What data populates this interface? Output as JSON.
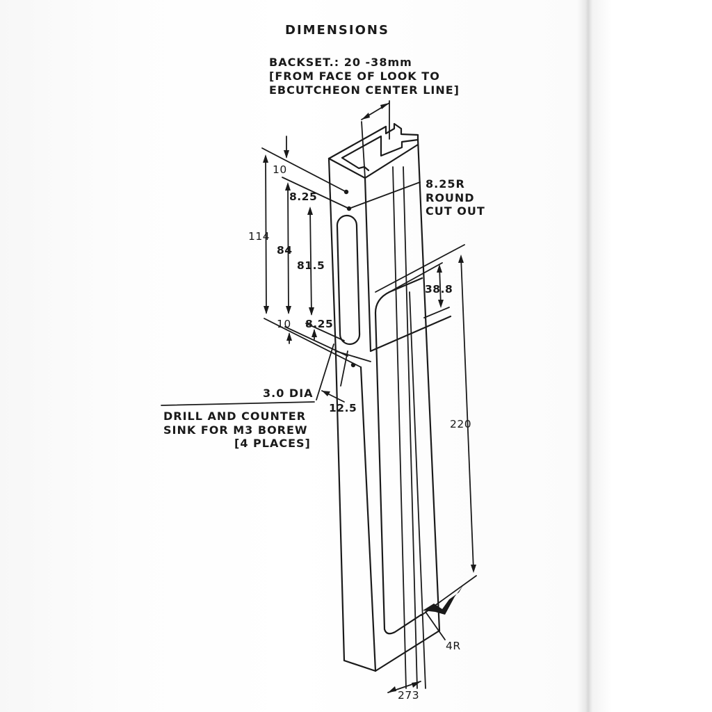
{
  "title": "DIMENSIONS",
  "backset_note": [
    "BACKSET.: 20 -38mm",
    "[FROM FACE OF LOOK TO",
    "EBCUTCHEON CENTER LINE]"
  ],
  "round_cutout_note": [
    "8.25R",
    "ROUND",
    "CUT   OUT"
  ],
  "drill_note": [
    "3.0 DIA",
    "DRILL AND COUNTER",
    "SINK FOR M3 BOREW",
    "[4 PLACES]"
  ],
  "dimensions": {
    "top_offset": "10",
    "top_radius_offset": "8.25",
    "overall_slot_span": "114",
    "hole_spacing": "84",
    "slot_length": "81.5",
    "bottom_offset": "10",
    "bottom_radius_offset": "8.25",
    "edge_distance": "12.5",
    "window_top": "38.8",
    "window_length": "220",
    "corner_radius": "4R",
    "width": "273"
  }
}
